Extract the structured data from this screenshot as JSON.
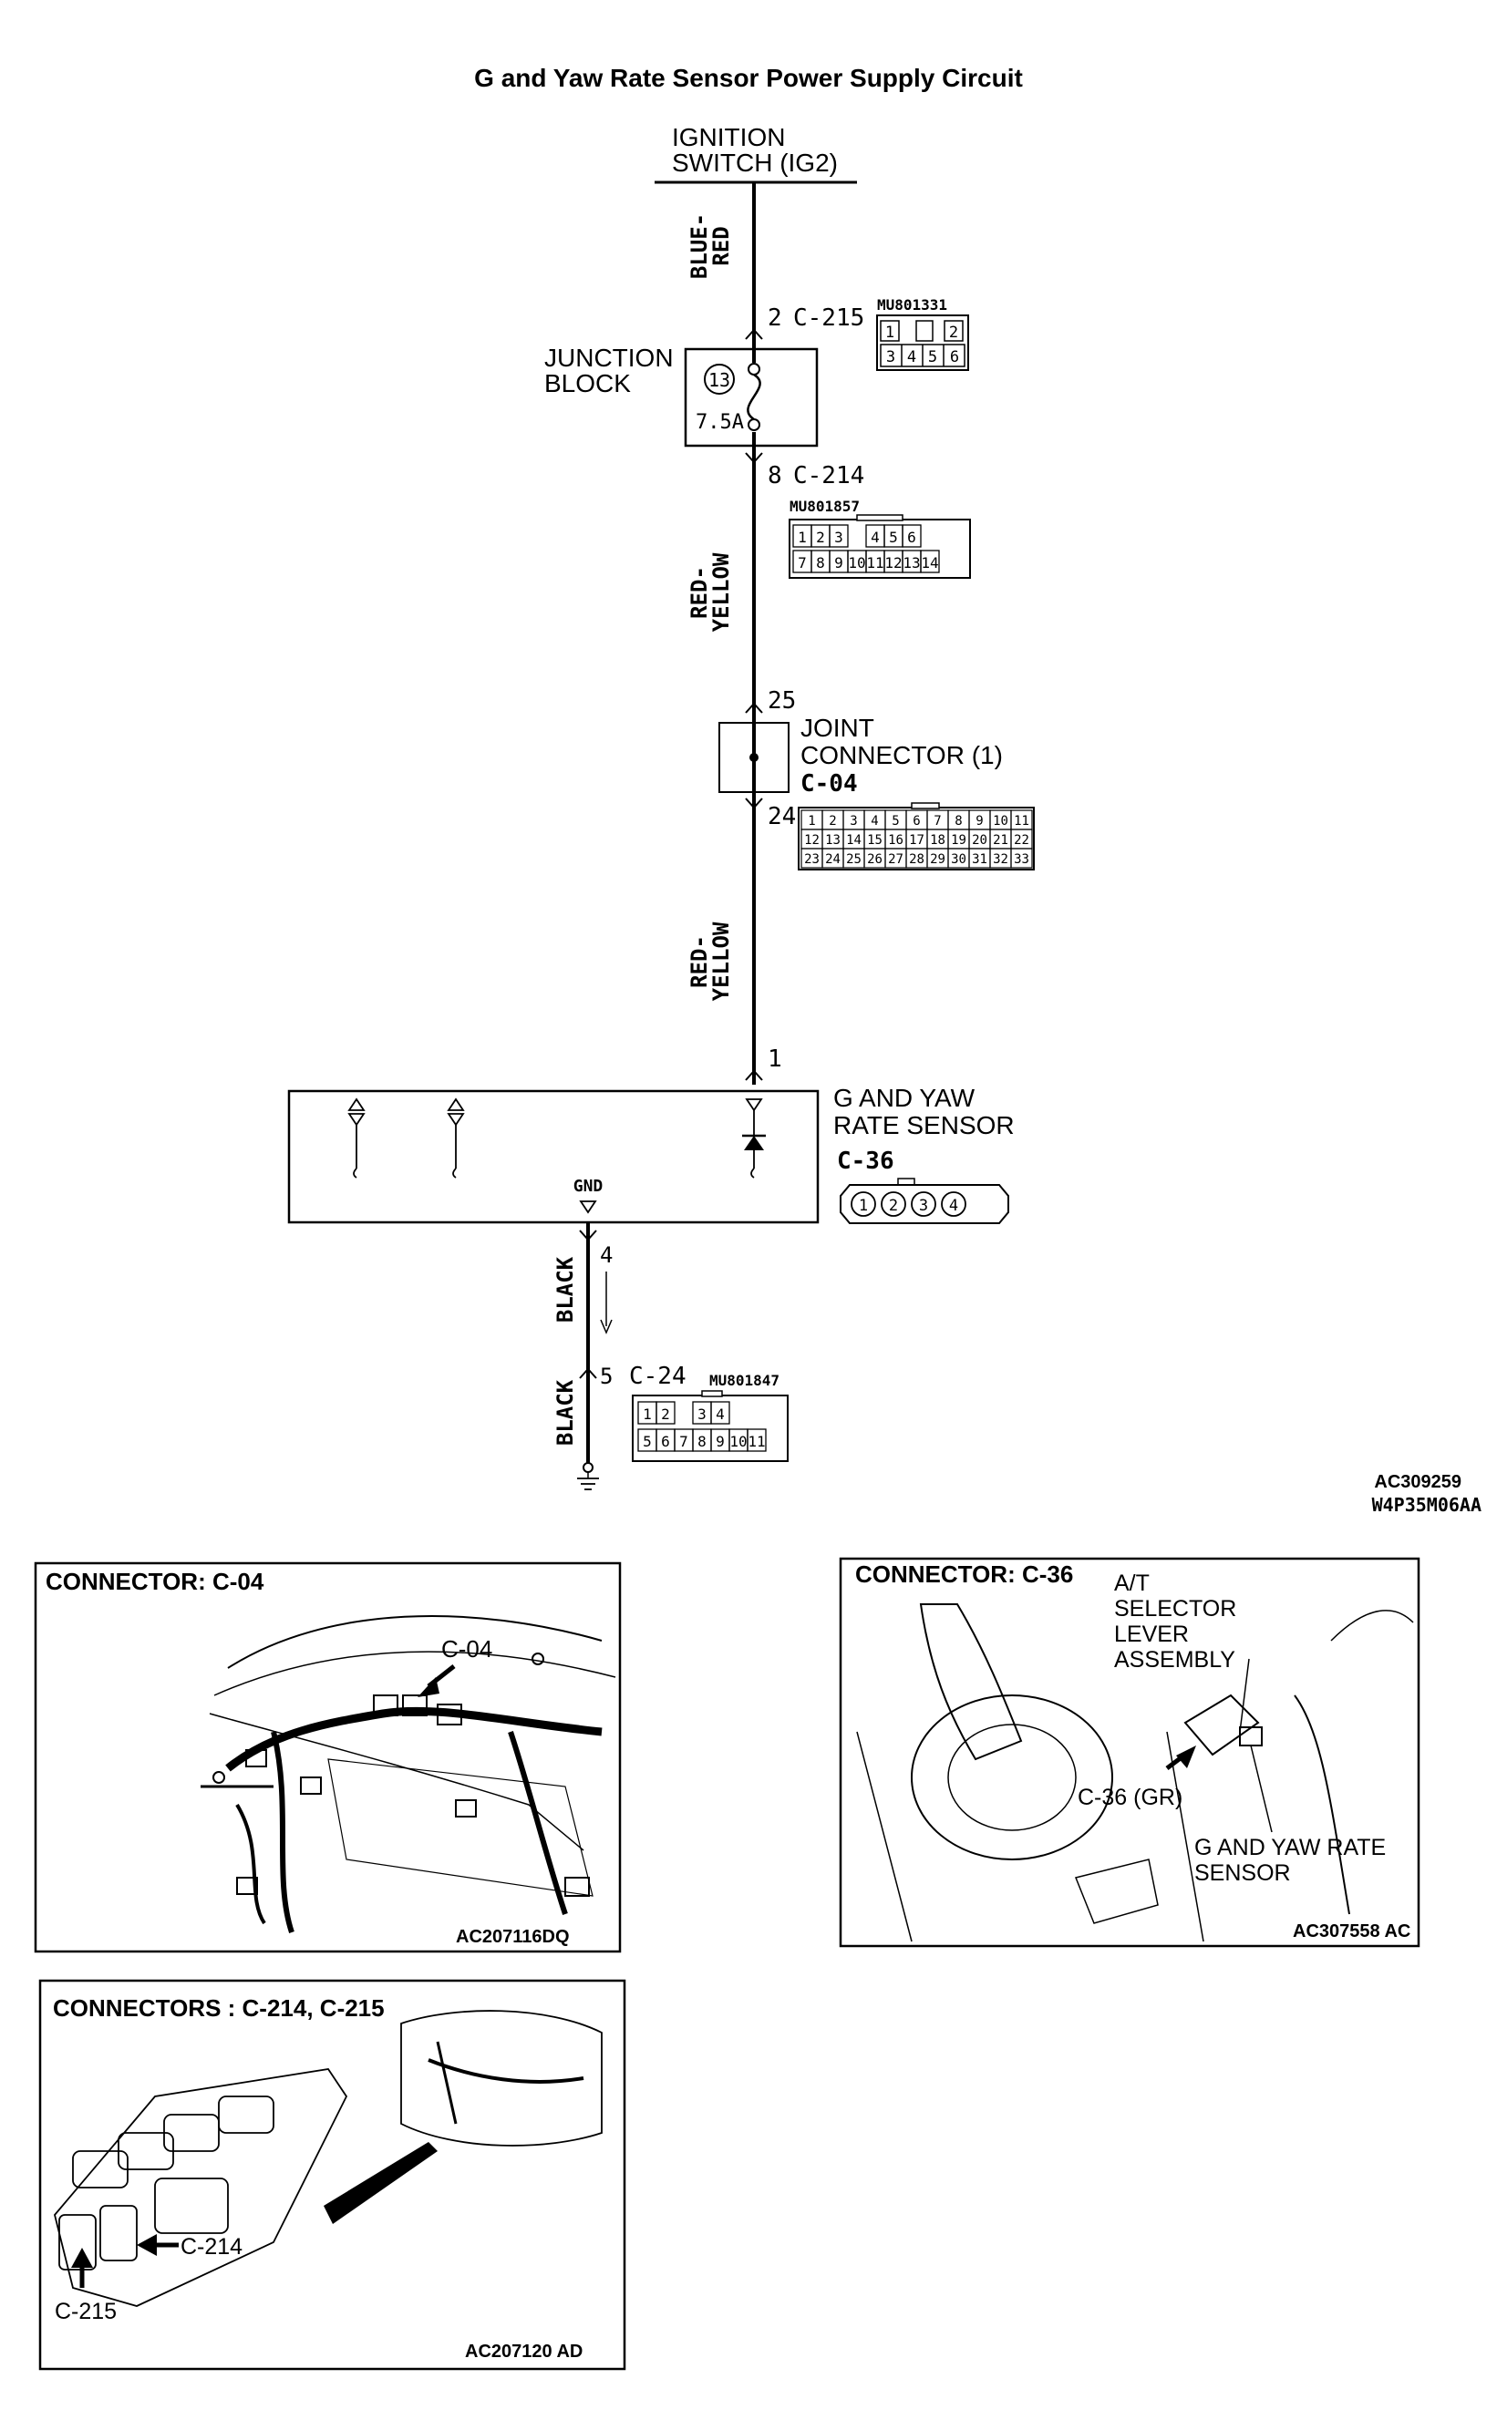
{
  "title": "G and Yaw Rate Sensor Power Supply Circuit",
  "source": {
    "line1": "IGNITION",
    "line2": "SWITCH (IG2)"
  },
  "wires": {
    "blue_red": [
      "BLUE-",
      "RED"
    ],
    "red_yellow_upper": [
      "RED-",
      "YELLOW"
    ],
    "red_yellow_lower": [
      "RED-",
      "YELLOW"
    ],
    "black_upper": "BLACK",
    "black_lower": "BLACK"
  },
  "junction_block": {
    "label_line1": "JUNCTION",
    "label_line2": "BLOCK",
    "fuse_number": "13",
    "fuse_rating": "7.5A",
    "in_pin": "2",
    "in_connector": "C-215",
    "out_pin": "8",
    "out_connector": "C-214"
  },
  "connector_c215": {
    "part": "MU801331",
    "row1": [
      "1",
      "",
      "2"
    ],
    "row2": [
      "3",
      "4",
      "5",
      "6"
    ]
  },
  "connector_c214": {
    "part": "MU801857",
    "row1": [
      "1",
      "2",
      "3",
      "",
      "4",
      "5",
      "6"
    ],
    "row2": [
      "7",
      "8",
      "9",
      "10",
      "11",
      "12",
      "13",
      "14"
    ]
  },
  "joint_connector": {
    "label_line1": "JOINT",
    "label_line2": "CONNECTOR (1)",
    "id": "C-04",
    "in_pin": "25",
    "out_pin": "24",
    "rows": [
      [
        "1",
        "2",
        "3",
        "4",
        "5",
        "6",
        "7",
        "8",
        "9",
        "10",
        "11"
      ],
      [
        "12",
        "13",
        "14",
        "15",
        "16",
        "17",
        "18",
        "19",
        "20",
        "21",
        "22"
      ],
      [
        "23",
        "24",
        "25",
        "26",
        "27",
        "28",
        "29",
        "30",
        "31",
        "32",
        "33"
      ]
    ]
  },
  "sensor": {
    "label_line1": "G AND YAW",
    "label_line2": "RATE SENSOR",
    "id": "C-36",
    "in_pin": "1",
    "gnd_label": "GND",
    "gnd_pin": "4",
    "pins": [
      "1",
      "2",
      "3",
      "4"
    ]
  },
  "ground_connector": {
    "pin": "5",
    "id": "C-24",
    "part": "MU801847",
    "row1": [
      "1",
      "2",
      "",
      "3",
      "4"
    ],
    "row2": [
      "5",
      "6",
      "7",
      "8",
      "9",
      "10",
      "11"
    ]
  },
  "figure_codes": {
    "code1": "AC309259",
    "code2": "W4P35M06AA"
  },
  "panels": {
    "c04": {
      "title": "CONNECTOR: C-04",
      "callout": "C-04",
      "code": "AC207116DQ"
    },
    "c36": {
      "title": "CONNECTOR: C-36",
      "selector_lines": [
        "A/T",
        "SELECTOR",
        "LEVER",
        "ASSEMBLY"
      ],
      "callout": "C-36 (GR)",
      "sensor_lines": [
        "G AND YAW RATE",
        "SENSOR"
      ],
      "code": "AC307558 AC"
    },
    "c214": {
      "title": "CONNECTORS : C-214, C-215",
      "callout_214": "C-214",
      "callout_215": "C-215",
      "code": "AC207120 AD"
    }
  }
}
